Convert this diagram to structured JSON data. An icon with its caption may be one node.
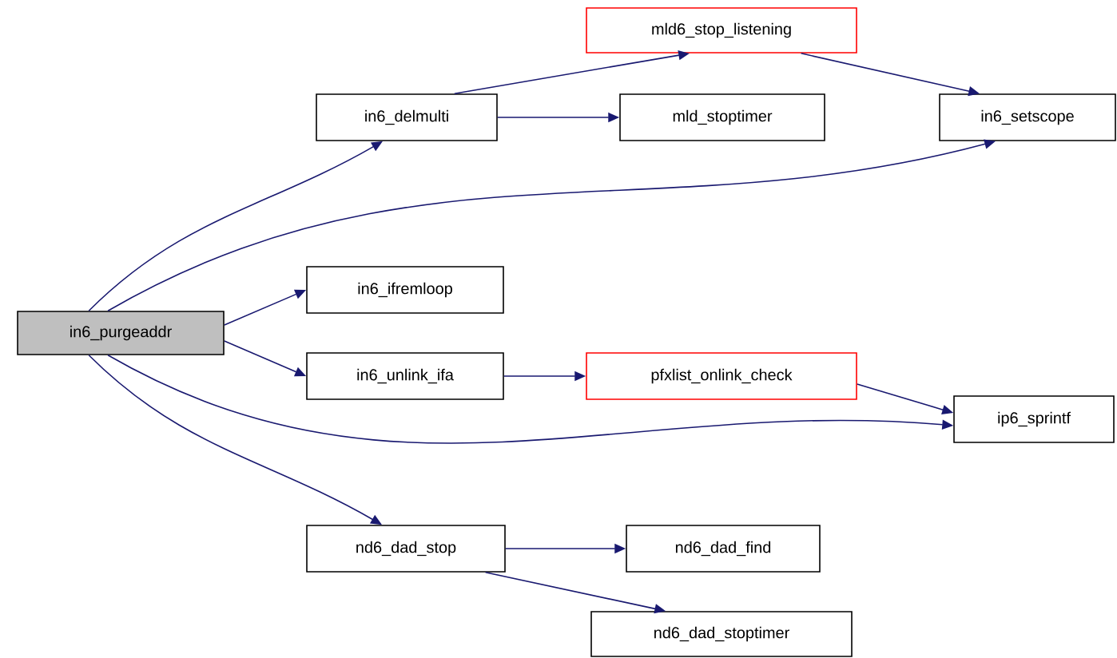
{
  "diagram": {
    "nodes": [
      {
        "text": [
          "in6_purgeaddr"
        ]
      },
      {
        "text": [
          "in6_delmulti"
        ]
      },
      {
        "text": [
          "mld6_stop_listening"
        ]
      },
      {
        "text": [
          "mld_stoptimer"
        ]
      },
      {
        "text": [
          "in6_setscope"
        ]
      },
      {
        "text": [
          "in6_ifremloop"
        ]
      },
      {
        "text": [
          "in6_unlink_ifa"
        ]
      },
      {
        "text": [
          "pfxlist_onlink_check"
        ]
      },
      {
        "text": [
          "ip6_sprintf"
        ]
      },
      {
        "text": [
          "nd6_dad_stop"
        ]
      },
      {
        "text": [
          "nd6_dad_find"
        ]
      },
      {
        "text": [
          "nd6_dad_stoptimer"
        ]
      }
    ],
    "edges": [
      {
        "from": 0,
        "to": 1,
        "arrow": "to"
      },
      {
        "from": 0,
        "to": 4,
        "arrow": "to"
      },
      {
        "from": 0,
        "to": 5,
        "arrow": "to"
      },
      {
        "from": 0,
        "to": 6,
        "arrow": "to"
      },
      {
        "from": 0,
        "to": 8,
        "arrow": "to"
      },
      {
        "from": 0,
        "to": 9,
        "arrow": "to"
      },
      {
        "from": 1,
        "to": 2,
        "arrow": "to"
      },
      {
        "from": 1,
        "to": 3,
        "arrow": "to"
      },
      {
        "from": 2,
        "to": 4,
        "arrow": "to"
      },
      {
        "from": 6,
        "to": 7,
        "arrow": "to"
      },
      {
        "from": 7,
        "to": 8,
        "arrow": "to"
      },
      {
        "from": 9,
        "to": 10,
        "arrow": "to"
      },
      {
        "from": 9,
        "to": 11,
        "arrow": "to"
      }
    ]
  }
}
